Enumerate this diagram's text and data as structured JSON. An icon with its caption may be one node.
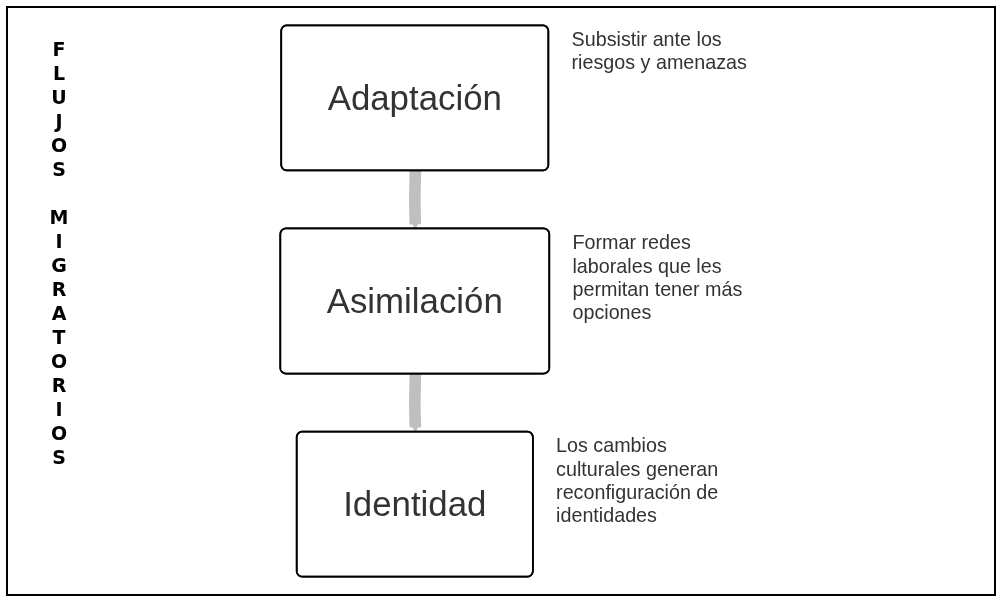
{
  "diagram": {
    "title": "FLUJOS MIGRATORIOS",
    "nodes": [
      {
        "text": [
          "Adaptación"
        ],
        "beside": [
          "Subsistir ante los riesgos y amenazas"
        ]
      },
      {
        "text": [
          "Asimilación"
        ],
        "beside": [
          "Formar redes laborales que les permitan tener más opciones"
        ]
      },
      {
        "text": [
          "Identidad"
        ],
        "beside": [
          "Los cambios culturales generan reconfiguración de identidades"
        ]
      }
    ],
    "edges": [
      {
        "from": 0,
        "to": 1,
        "arrow": "to"
      },
      {
        "from": 1,
        "to": 2,
        "arrow": "to"
      }
    ]
  }
}
